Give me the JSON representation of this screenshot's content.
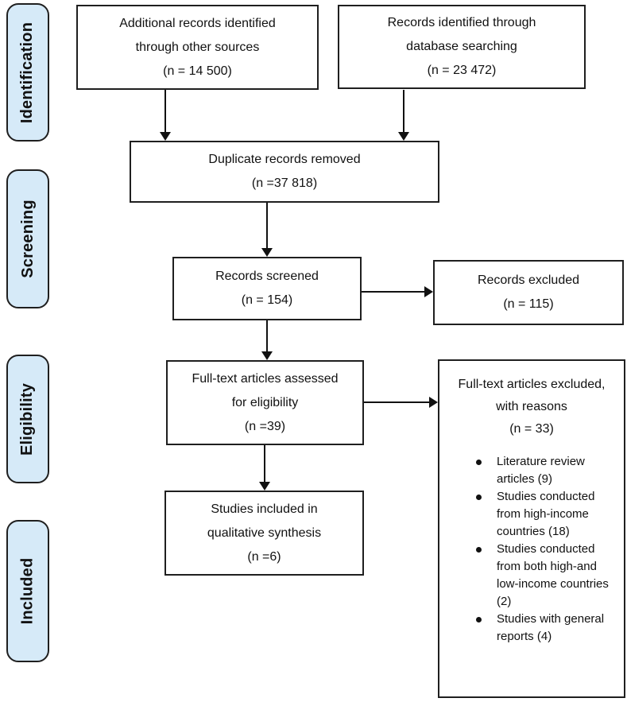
{
  "stages": [
    {
      "label": "Identification"
    },
    {
      "label": "Screening"
    },
    {
      "label": "Eligibility"
    },
    {
      "label": "Included"
    }
  ],
  "boxes": {
    "additional": {
      "lines": [
        "Additional records identified",
        "through other sources",
        "(n = 14 500)"
      ]
    },
    "database": {
      "lines": [
        "Records identified through",
        "database searching",
        "(n = 23 472)"
      ]
    },
    "duplicates": {
      "lines": [
        "Duplicate records removed",
        "(n =37 818)"
      ]
    },
    "screened": {
      "lines": [
        "Records screened",
        "(n = 154)"
      ]
    },
    "records_excluded": {
      "lines": [
        "Records excluded",
        "(n = 115)"
      ]
    },
    "fulltext_assessed": {
      "lines": [
        "Full-text articles assessed",
        "for eligibility",
        "(n =39)"
      ]
    },
    "fulltext_excluded": {
      "lines": [
        "Full-text articles excluded,",
        "with reasons",
        "(n = 33)"
      ],
      "reasons": [
        "Literature review articles (9)",
        "Studies conducted from high-income countries (18)",
        "Studies conducted from both high-and low-income countries (2)",
        "Studies with general reports (4)"
      ]
    },
    "included_studies": {
      "lines": [
        "Studies included in",
        "qualitative synthesis",
        "(n =6)"
      ]
    }
  },
  "colors": {
    "stage_fill": "#d6eaf8",
    "stage_border": "#1f1f1f",
    "box_border": "#1f1f1f",
    "arrow": "#111111",
    "text": "#111111",
    "background": "#ffffff"
  }
}
